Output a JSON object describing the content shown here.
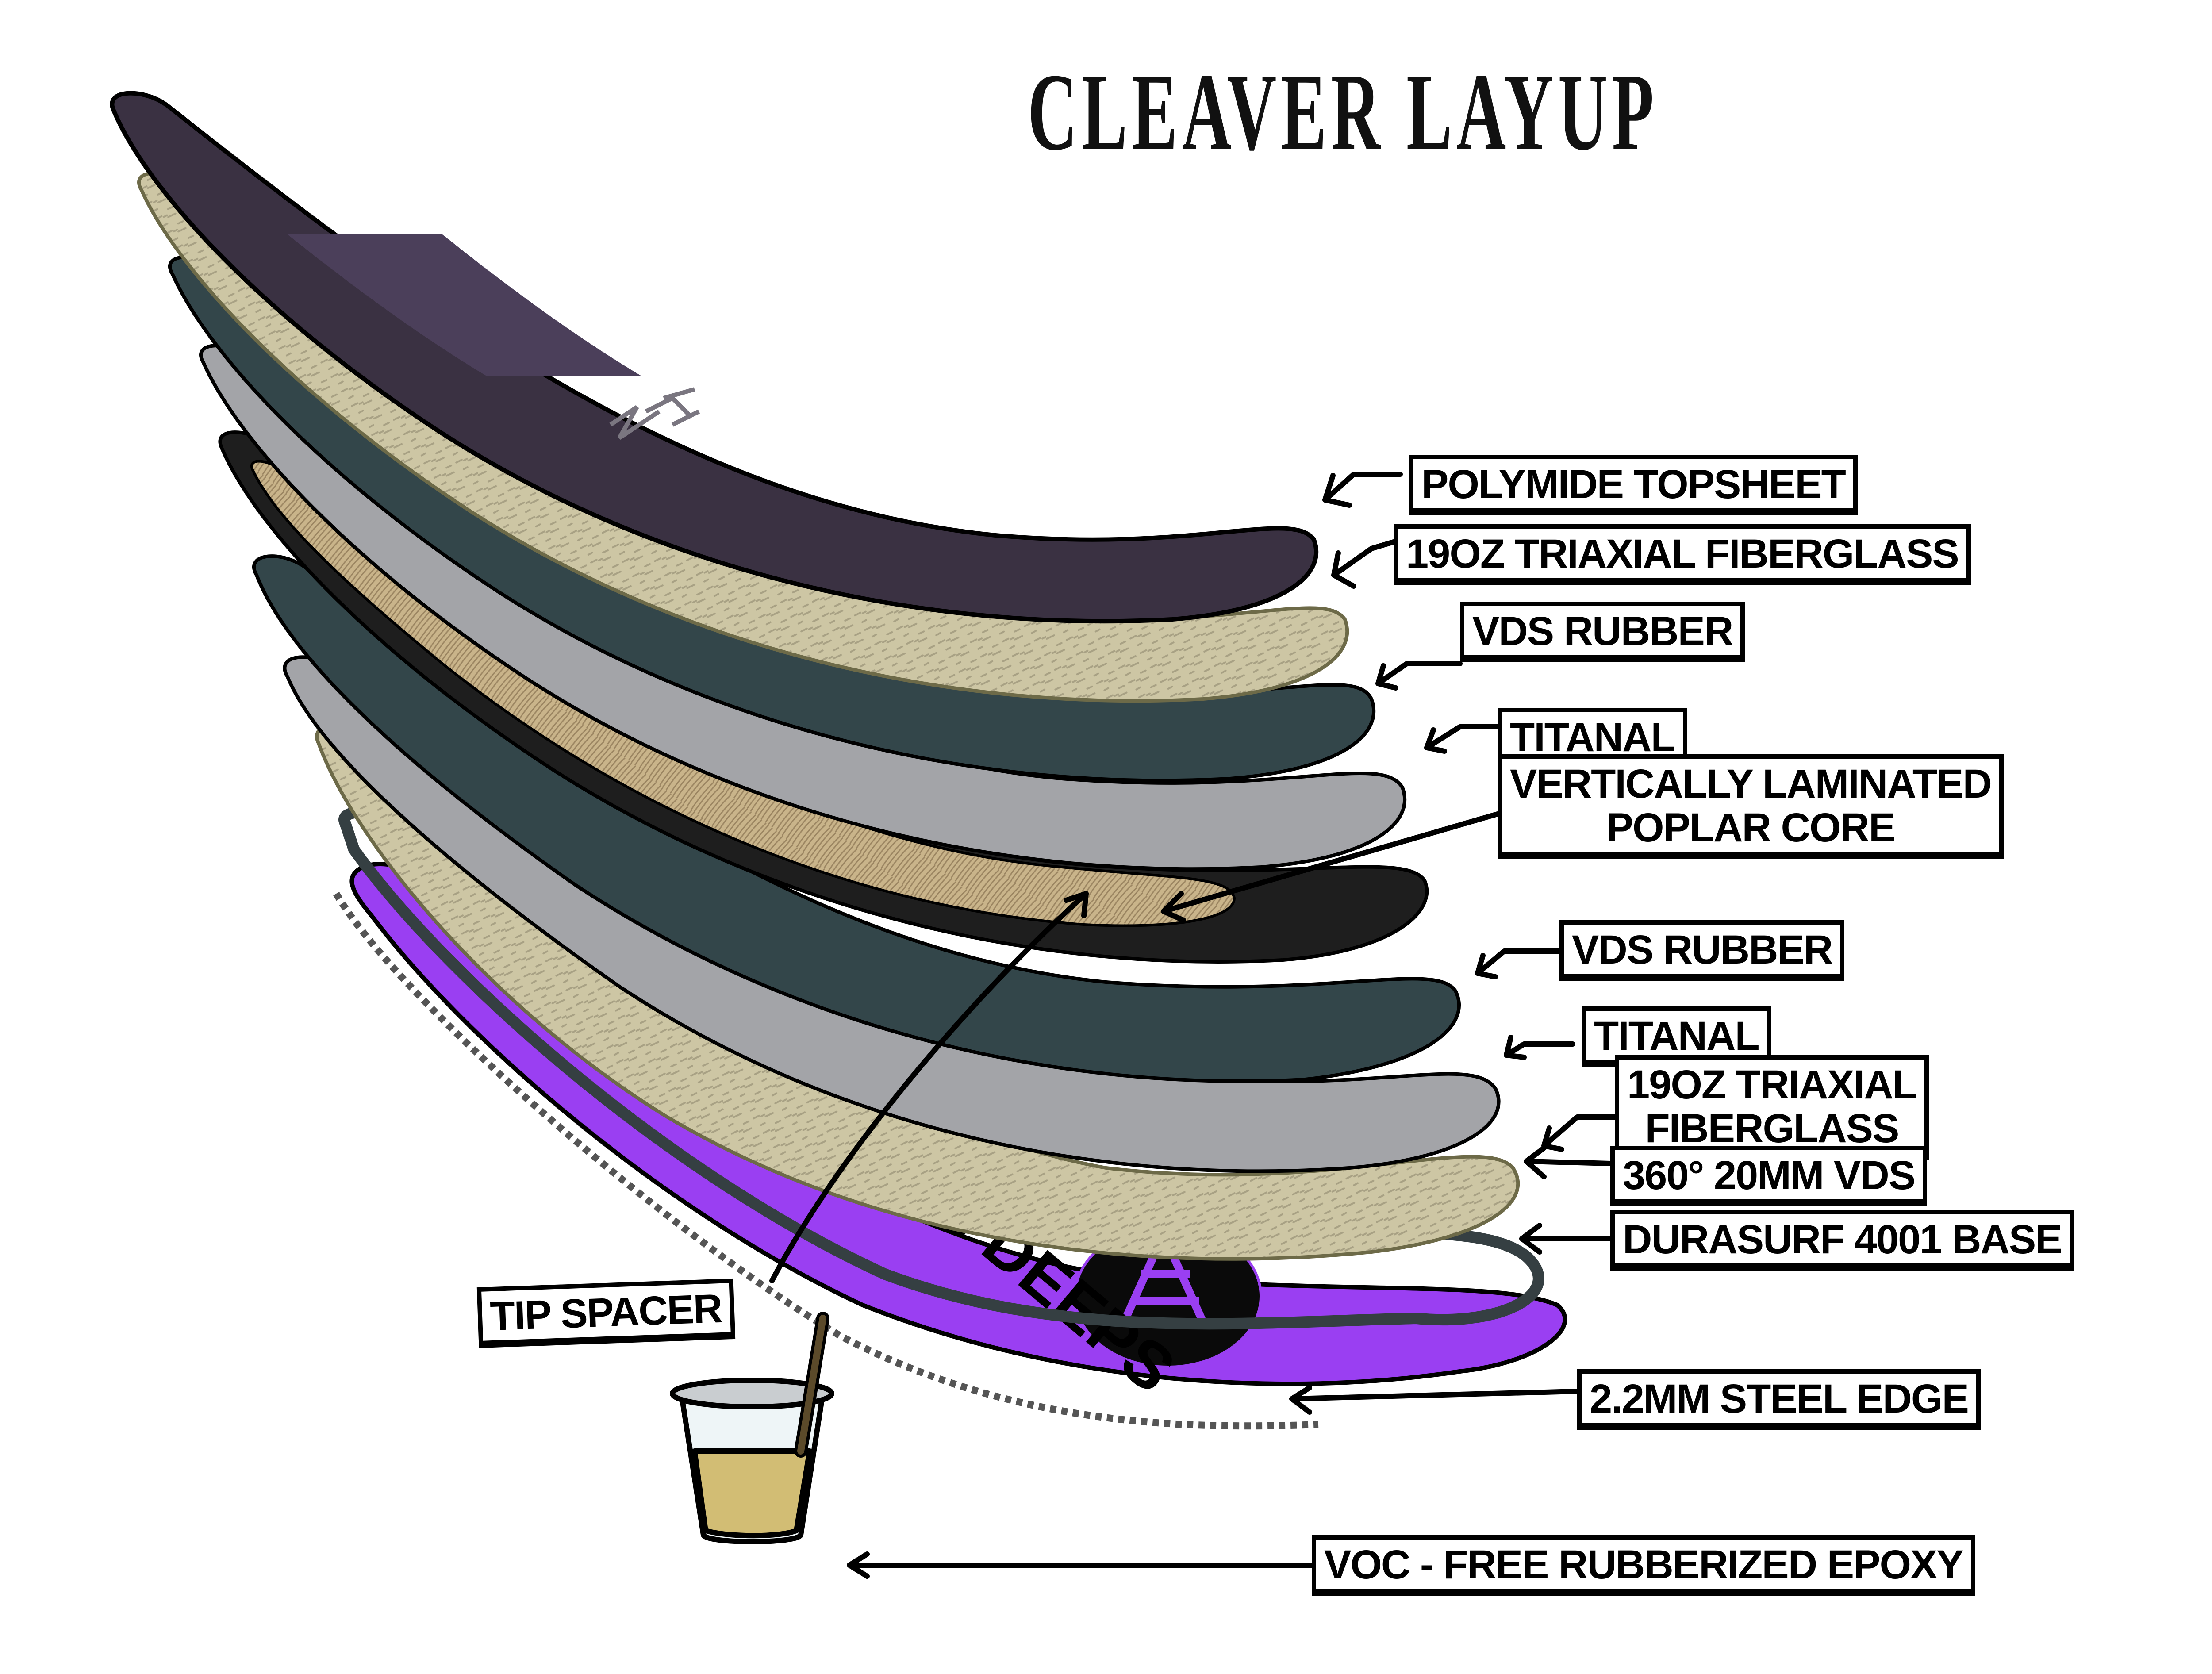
{
  "title": "CLEAVER LAYUP",
  "colors": {
    "topsheet": "#3a3142",
    "topsheet_band": "#4b3f5a",
    "fiberglass": "#cdc6a4",
    "fiberglass_fleck": "#a8a184",
    "vds_rubber": "#33464a",
    "titanal": "#a3a4a8",
    "core_wood": "#c9b48a",
    "core_rim": "#1e1e1e",
    "tip_spacer": "#353f42",
    "base": "#9a3ff2",
    "edge": "#555555",
    "epoxy": "#d2bd74",
    "cup": "#eef5f7",
    "stick": "#5b4a2a"
  },
  "layers": [
    {
      "id": "topsheet",
      "label": "POLYMIDE TOPSHEET"
    },
    {
      "id": "fiberglass-top",
      "label": "19OZ TRIAXIAL FIBERGLASS"
    },
    {
      "id": "vds-rubber-top",
      "label": "VDS RUBBER"
    },
    {
      "id": "titanal-top",
      "label": "TITANAL"
    },
    {
      "id": "core",
      "label_line1": "VERTICALLY LAMINATED",
      "label_line2": "POPLAR CORE"
    },
    {
      "id": "vds-rubber-bottom",
      "label": "VDS RUBBER"
    },
    {
      "id": "titanal-bottom",
      "label": "TITANAL"
    },
    {
      "id": "fiberglass-bottom",
      "label_line1": "19OZ TRIAXIAL",
      "label_line2": "FIBERGLASS"
    },
    {
      "id": "vds-360",
      "label": "360° 20MM VDS"
    },
    {
      "id": "base",
      "label": "DURASURF 4001 BASE"
    },
    {
      "id": "edge",
      "label": "2.2MM STEEL EDGE"
    },
    {
      "id": "epoxy",
      "label": "VOC - FREE RUBBERIZED EPOXY"
    }
  ],
  "tip_spacer": {
    "label": "TIP SPACER"
  },
  "base_graphic_text": "LET THE DEEPS"
}
